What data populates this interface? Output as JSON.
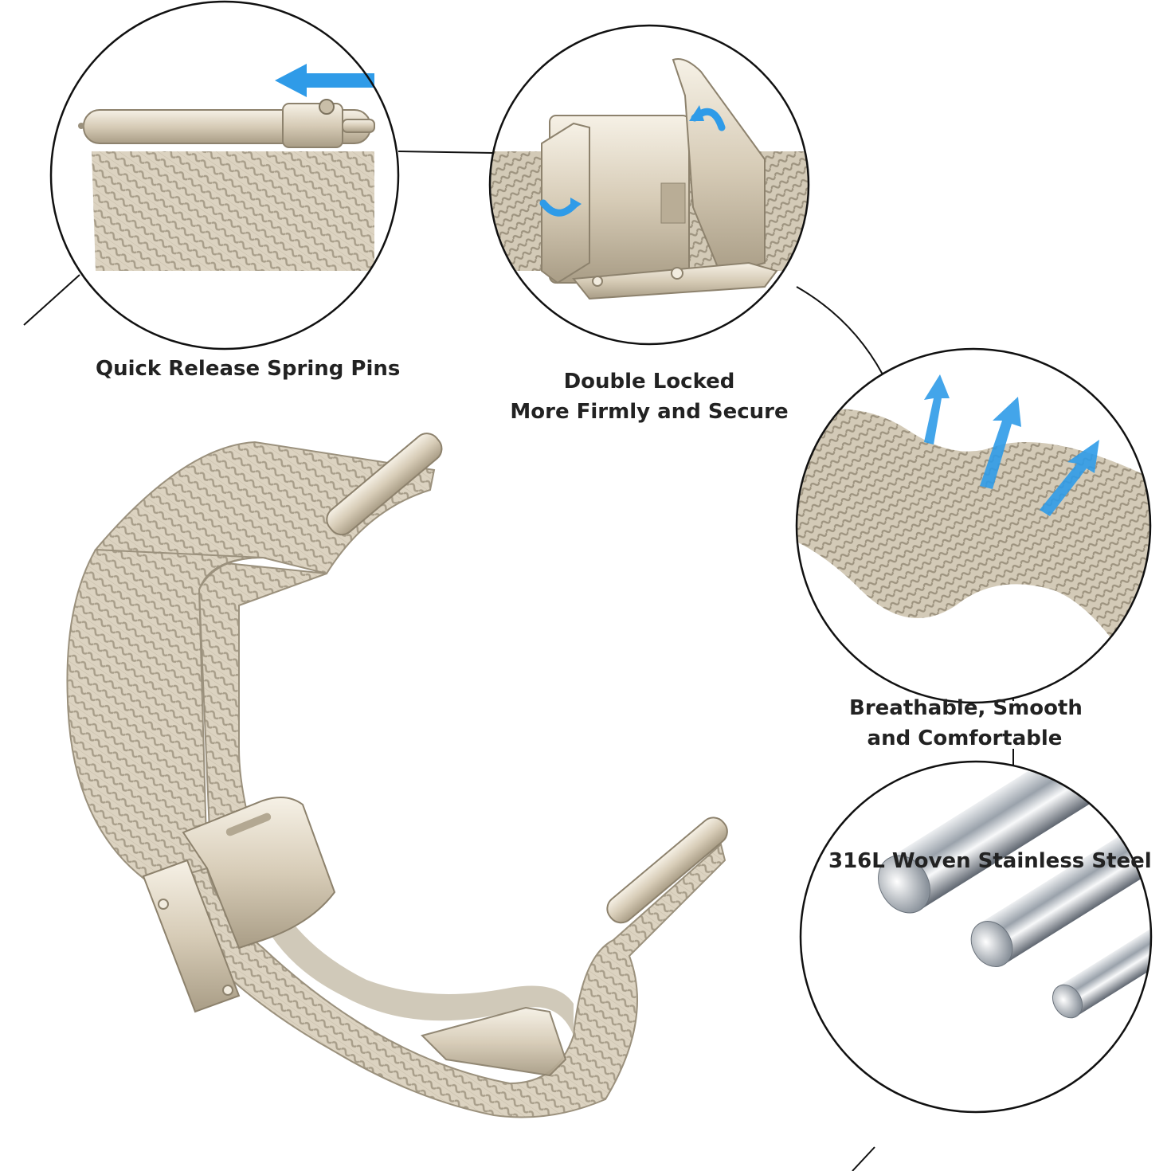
{
  "features": [
    {
      "id": "spring-pins",
      "lines": [
        "Quick Release Spring Pins"
      ]
    },
    {
      "id": "double-locked",
      "lines": [
        "Double Locked",
        "More Firmly and Secure"
      ]
    },
    {
      "id": "breathable",
      "lines": [
        "Breathable, Smooth",
        "and Comfortable"
      ]
    },
    {
      "id": "steel",
      "lines": [
        "316L Woven Stainless Steel"
      ]
    }
  ],
  "colors": {
    "mesh": "#d8cfbd",
    "mesh_dark": "#a89e8a",
    "metal_light": "#ece5d6",
    "arrow": "#2f9be8",
    "outline": "#111111",
    "steel": "#b8bec6"
  },
  "icons": [
    "arrow-left-icon",
    "rotate-arrow-icon",
    "arrow-up-icon"
  ]
}
